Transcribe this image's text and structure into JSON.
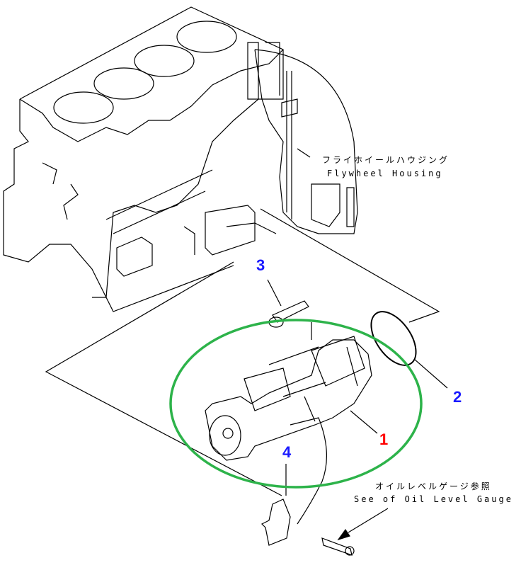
{
  "callouts": [
    {
      "number": "1",
      "color": "#ff0000"
    },
    {
      "number": "2",
      "color": "#1a1aff"
    },
    {
      "number": "3",
      "color": "#1a1aff"
    },
    {
      "number": "4",
      "color": "#1a1aff"
    }
  ],
  "annotations": {
    "flywheel_jp": "フライホイールハウジング",
    "flywheel_en": "Flywheel Housing",
    "oil_jp": "オイルレベルゲージ参照",
    "oil_en": "See of Oil Level Gauge"
  },
  "colors": {
    "highlight": "#2db34a",
    "line": "#000000"
  }
}
